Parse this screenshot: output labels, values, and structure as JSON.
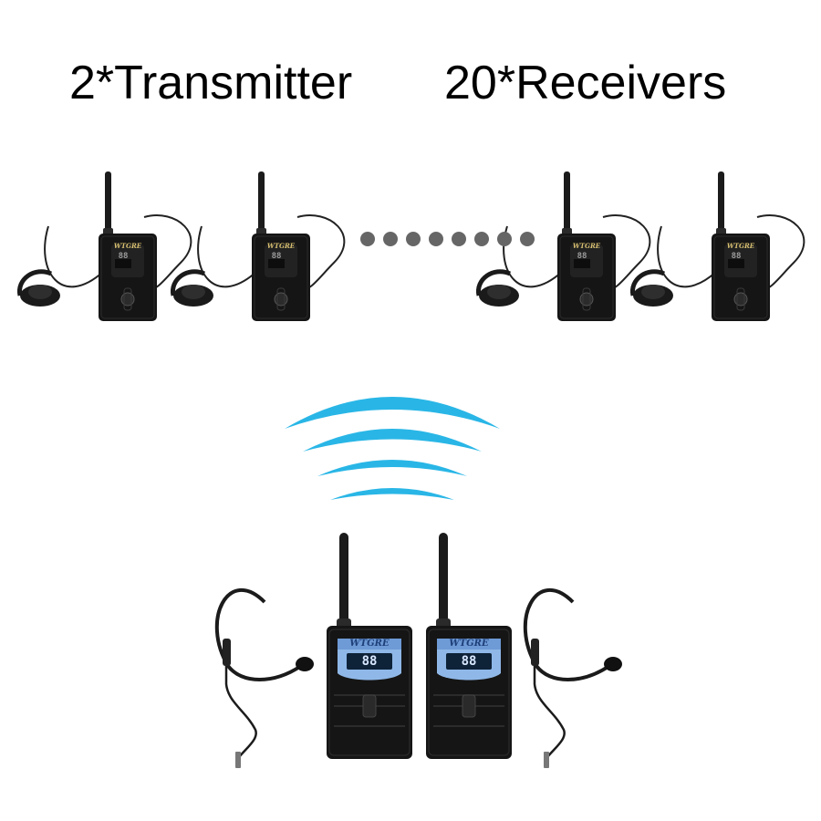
{
  "headline": {
    "transmitter_count_text": "2*Transmitter",
    "receiver_count_text": "20*Receivers"
  },
  "device": {
    "brand": "WTGRE",
    "display_digits": "88"
  },
  "colors": {
    "wave": "#29b6e6",
    "device_body": "#151515",
    "transmitter_panel": "#8fb8e8",
    "ellipsis_dot": "#666666"
  },
  "counts": {
    "receivers_shown": 4,
    "transmitters_shown": 2,
    "ellipsis_dots": 8,
    "wave_arcs": 4
  }
}
